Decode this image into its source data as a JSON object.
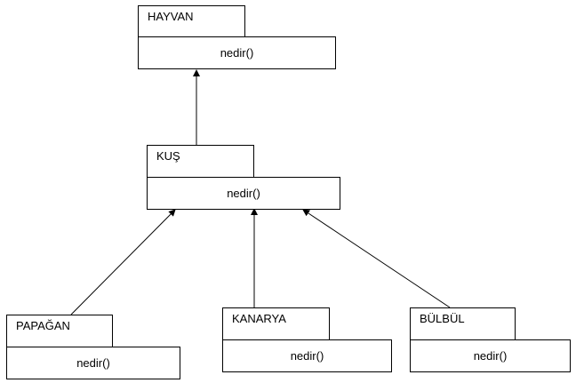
{
  "diagram": {
    "classes": [
      {
        "id": "hayvan",
        "name": "HAYVAN",
        "method": "nedir()"
      },
      {
        "id": "kus",
        "name": "KUŞ",
        "method": "nedir()"
      },
      {
        "id": "papagan",
        "name": "PAPAĞAN",
        "method": "nedir()"
      },
      {
        "id": "kanarya",
        "name": "KANARYA",
        "method": "nedir()"
      },
      {
        "id": "bulbul",
        "name": "BÜLBÜL",
        "method": "nedir()"
      }
    ],
    "relations": [
      {
        "from": "kus",
        "to": "hayvan",
        "type": "inheritance"
      },
      {
        "from": "papagan",
        "to": "kus",
        "type": "inheritance"
      },
      {
        "from": "kanarya",
        "to": "kus",
        "type": "inheritance"
      },
      {
        "from": "bulbul",
        "to": "kus",
        "type": "inheritance"
      }
    ]
  }
}
